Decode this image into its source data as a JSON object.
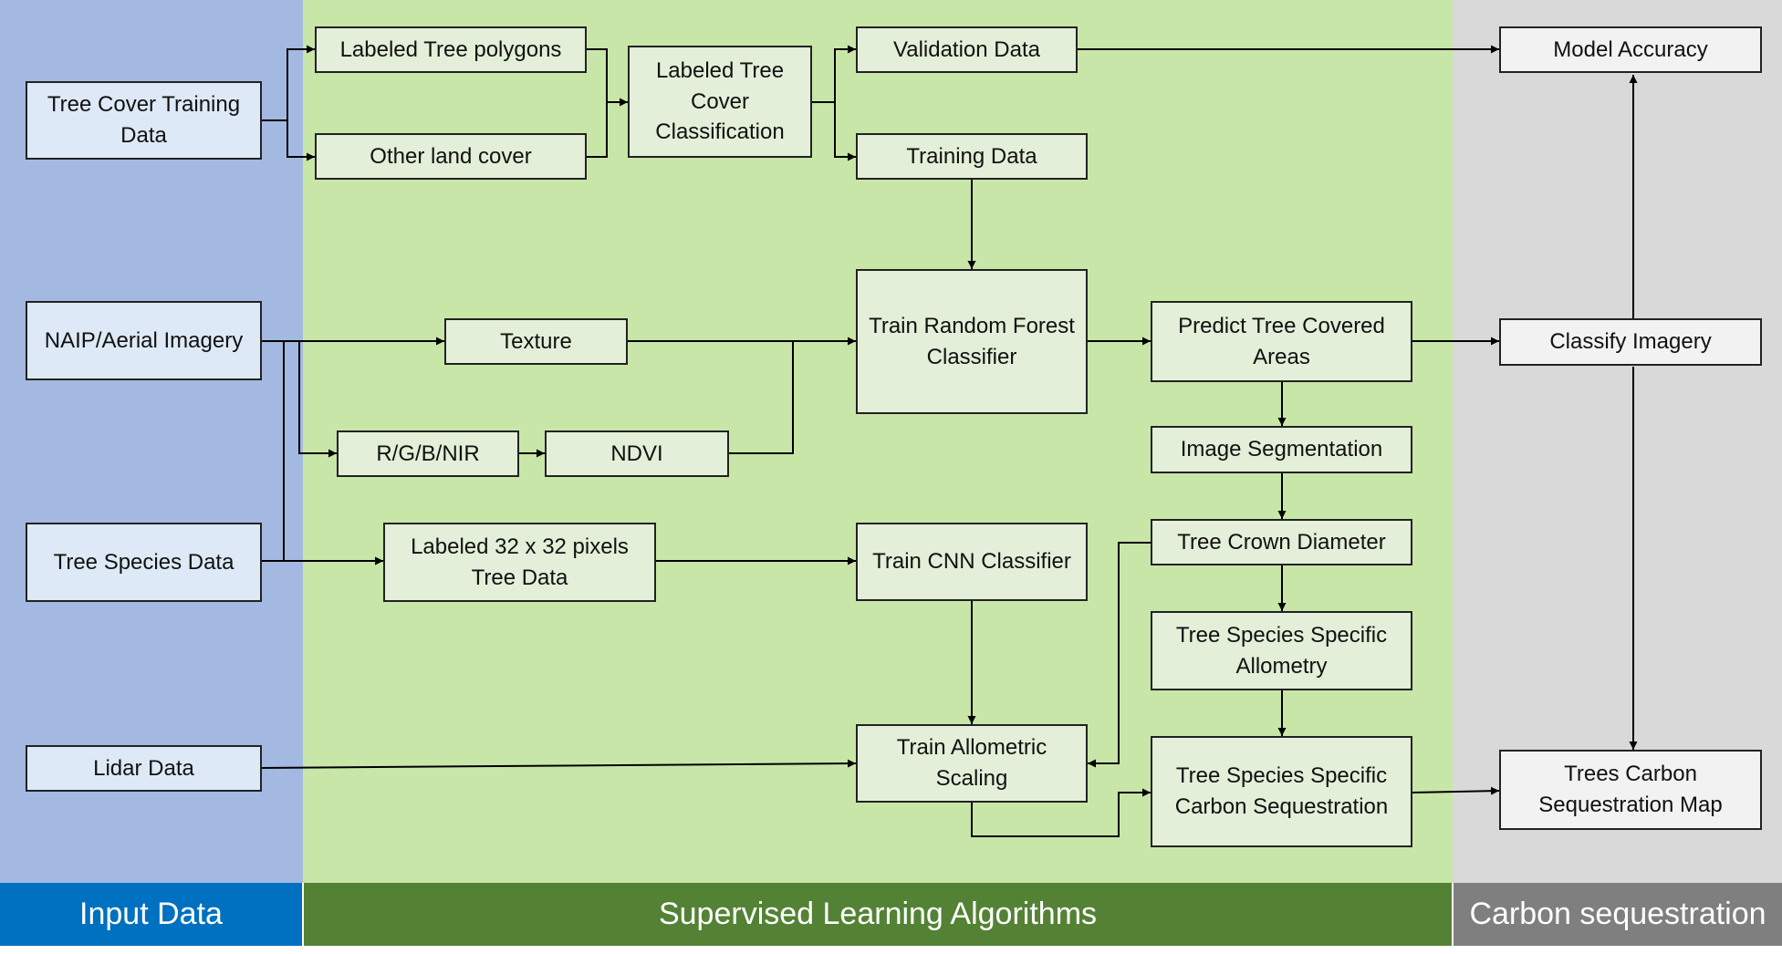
{
  "sections": {
    "input": {
      "label": "Input Data",
      "bg": "#a3b9e1",
      "footer_bg": "#0070c0"
    },
    "supervised": {
      "label": "Supervised Learning Algorithms",
      "bg": "#c8e6a8",
      "footer_bg": "#548235"
    },
    "carbon": {
      "label": "Carbon sequestration",
      "bg": "#d9d9d9",
      "footer_bg": "#7f7f7f"
    }
  },
  "nodes": {
    "tree_cover_training": "Tree Cover Training Data",
    "naip": "NAIP/Aerial Imagery",
    "tree_species_data": "Tree Species Data",
    "lidar": "Lidar Data",
    "labeled_polygons": "Labeled Tree polygons",
    "other_land_cover": "Other land cover",
    "labeled_classification": "Labeled Tree Cover Classification",
    "validation_data": "Validation Data",
    "training_data": "Training Data",
    "texture": "Texture",
    "rgbnir": "R/G/B/NIR",
    "ndvi": "NDVI",
    "train_rf": "Train Random Forest Classifier",
    "predict_tree": "Predict Tree Covered Areas",
    "image_segmentation": "Image Segmentation",
    "labeled_32": "Labeled 32 x 32 pixels Tree Data",
    "train_cnn": "Train CNN Classifier",
    "crown_diameter": "Tree Crown Diameter",
    "species_allometry": "Tree Species Specific Allometry",
    "train_allometric": "Train Allometric Scaling",
    "species_carbon": "Tree Species Specific Carbon Sequestration",
    "model_accuracy": "Model Accuracy",
    "classify_imagery": "Classify Imagery",
    "carbon_map": "Trees Carbon Sequestration Map"
  }
}
